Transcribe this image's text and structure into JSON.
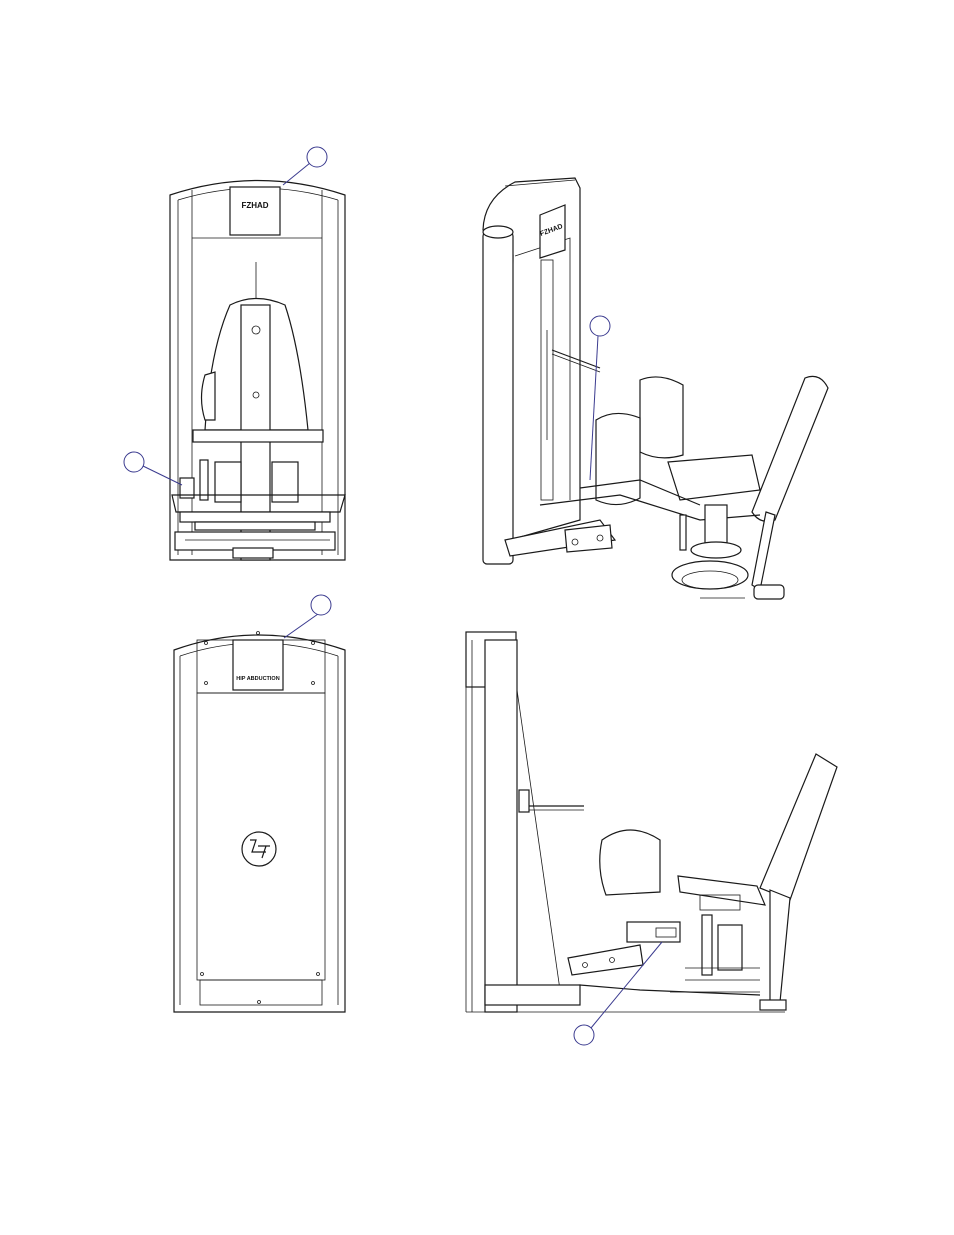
{
  "views": {
    "front": {
      "plate_text": "FZHAD"
    },
    "perspective": {
      "plate_text": "FZHAD"
    },
    "rear": {
      "plate_text": "HIP ABDUCTION"
    },
    "side": {}
  },
  "colors": {
    "line": "#1a1a1a",
    "callout": "#3b3b8f",
    "background": "#ffffff"
  }
}
